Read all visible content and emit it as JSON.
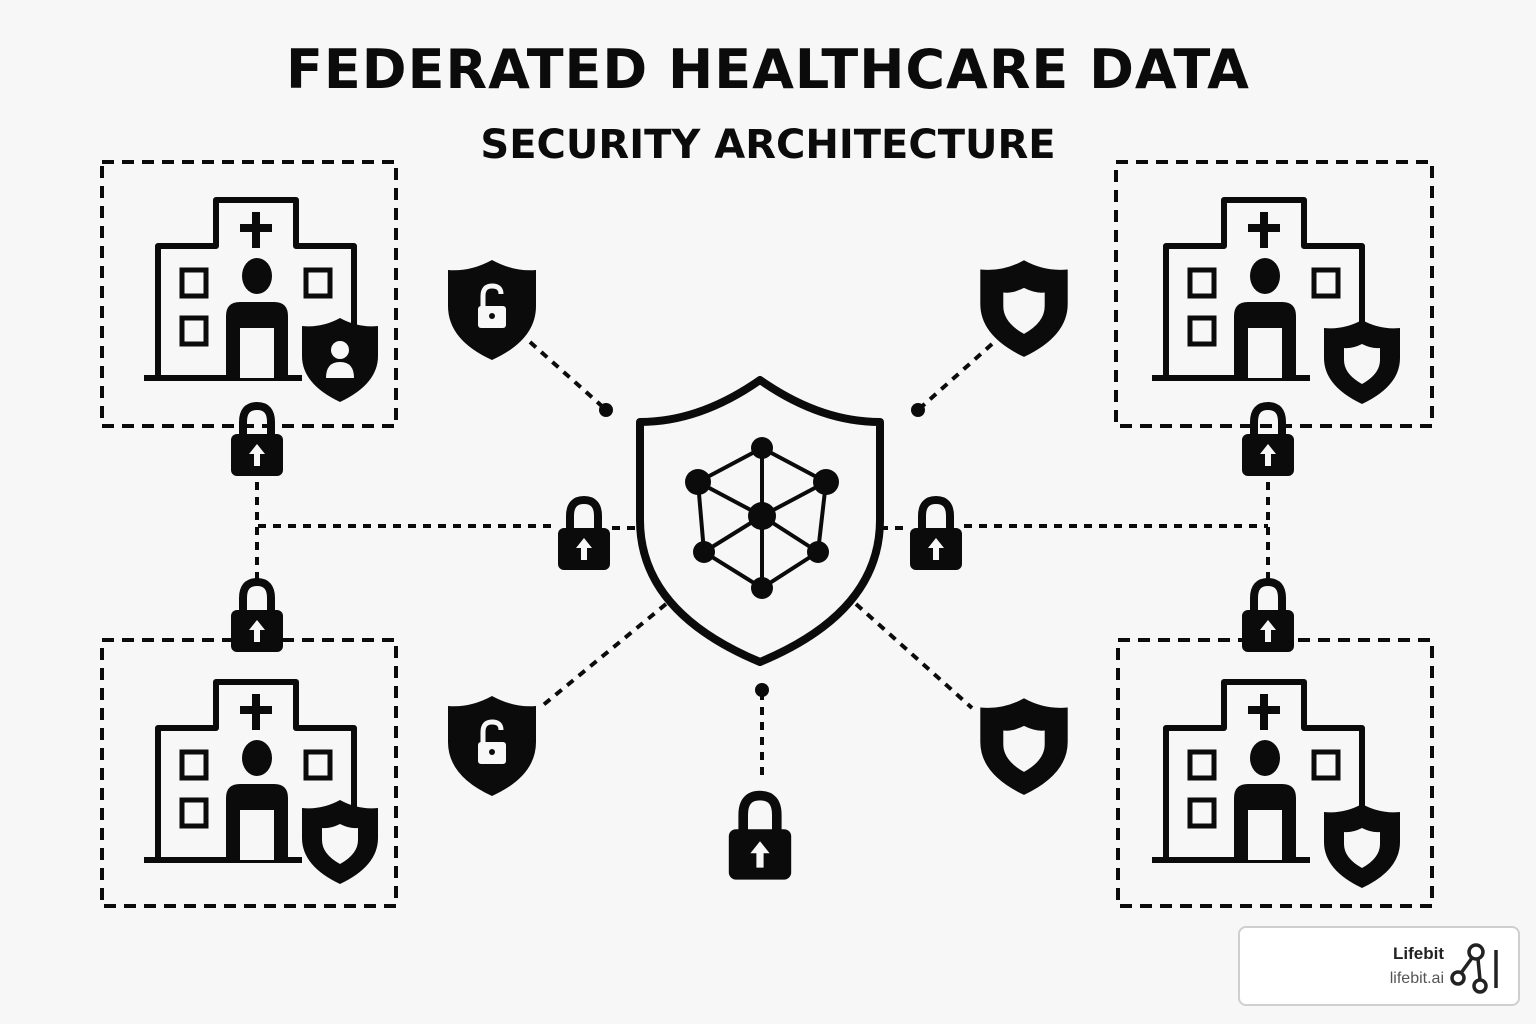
{
  "header": {
    "title": "FEDERATED HEALTHCARE DATA",
    "subtitle": "SECURITY ARCHITECTURE"
  },
  "nodes": [
    {
      "id": "hospital-top-left",
      "icon": "hospital-icon",
      "badge_icon": "shield-user-icon"
    },
    {
      "id": "hospital-top-right",
      "icon": "hospital-icon",
      "badge_icon": "shield-icon"
    },
    {
      "id": "hospital-bottom-left",
      "icon": "hospital-icon",
      "badge_icon": "shield-icon"
    },
    {
      "id": "hospital-bottom-right",
      "icon": "hospital-icon",
      "badge_icon": "shield-icon"
    }
  ],
  "center": {
    "icon": "network-shield-icon"
  },
  "branding": {
    "name": "Lifebit",
    "url": "lifebit.ai",
    "logo_icon": "lifebit-logo-icon"
  },
  "colors": {
    "ink": "#0b0b0b",
    "background": "#f7f7f7"
  }
}
